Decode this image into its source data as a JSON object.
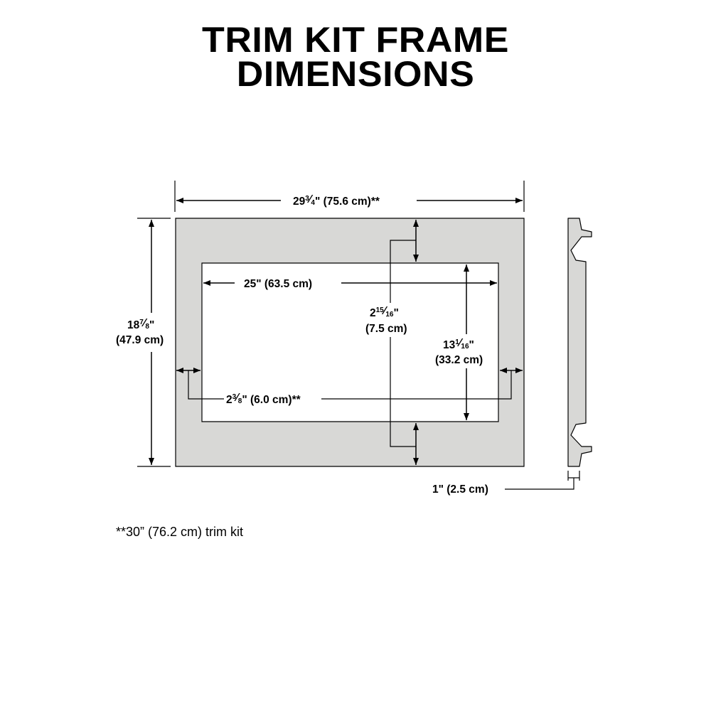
{
  "title": {
    "line1": "TRIM KIT FRAME",
    "line2": "DIMENSIONS"
  },
  "colors": {
    "frame_fill": "#d8d8d6",
    "line": "#000000",
    "background": "#ffffff"
  },
  "dims": {
    "overall_width": {
      "whole": "29",
      "num": "3",
      "den": "4",
      "suffix": "\" (75.6 cm)**"
    },
    "opening_width": {
      "text": "25\" (63.5 cm)"
    },
    "overall_height": {
      "whole": "18",
      "num": "7",
      "den": "8",
      "suffix": "\"",
      "metric": "(47.9 cm)"
    },
    "top_border": {
      "whole": "2",
      "num": "15",
      "den": "16",
      "suffix": "\"",
      "metric": "(7.5 cm)"
    },
    "opening_height": {
      "whole": "13",
      "num": "1",
      "den": "16",
      "suffix": "\"",
      "metric": "(33.2 cm)"
    },
    "side_border": {
      "whole": "2",
      "num": "3",
      "den": "8",
      "suffix": "\" (6.0 cm)**"
    },
    "depth": {
      "text": "1\" (2.5 cm)"
    }
  },
  "footnote": "**30” (76.2 cm) trim kit"
}
